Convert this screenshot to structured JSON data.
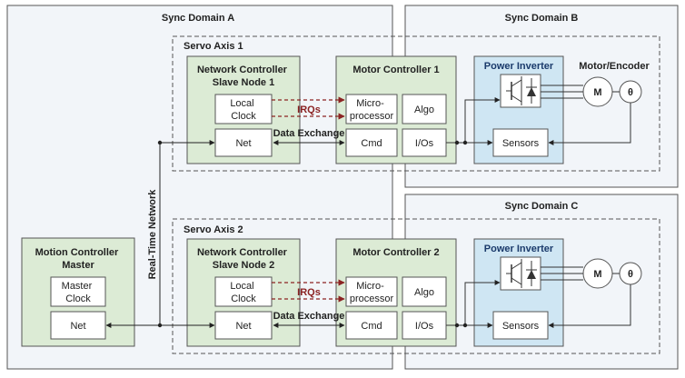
{
  "sync_domains": {
    "a": "Sync Domain A",
    "b": "Sync Domain B",
    "c": "Sync Domain C"
  },
  "network_label": "Real-Time Network",
  "servo_axes": [
    {
      "title": "Servo Axis 1",
      "network_controller": [
        "Network Controller",
        "Slave Node 1"
      ],
      "local_clock": [
        "Local",
        "Clock"
      ],
      "net": "Net",
      "irqs": "IRQs",
      "data_exchange": "Data Exchange",
      "motor_controller": "Motor Controller 1",
      "microprocessor": [
        "Micro-",
        "processor"
      ],
      "algo": "Algo",
      "cmd": "Cmd",
      "ios": "I/Os",
      "power_inverter": "Power Inverter",
      "sensors": "Sensors",
      "motor": "M",
      "encoder": "θ",
      "motor_encoder_label": "Motor/Encoder"
    },
    {
      "title": "Servo Axis 2",
      "network_controller": [
        "Network Controller",
        "Slave Node 2"
      ],
      "local_clock": [
        "Local",
        "Clock"
      ],
      "net": "Net",
      "irqs": "IRQs",
      "data_exchange": "Data Exchange",
      "motor_controller": "Motor Controller 2",
      "microprocessor": [
        "Micro-",
        "processor"
      ],
      "algo": "Algo",
      "cmd": "Cmd",
      "ios": "I/Os",
      "power_inverter": "Power Inverter",
      "sensors": "Sensors",
      "motor": "M",
      "encoder": "θ"
    }
  ],
  "master": {
    "title": [
      "Motion Controller",
      "Master"
    ],
    "clock": [
      "Master",
      "Clock"
    ],
    "net": "Net"
  },
  "colors": {
    "domain_fill": "#f2f5f9",
    "block_fill": "#dcebd5",
    "inverter_fill": "#cfe6f3",
    "box_fill": "#ffffff",
    "irq_arrow": "#8b2323",
    "title_blue": "#1a3a6b"
  }
}
